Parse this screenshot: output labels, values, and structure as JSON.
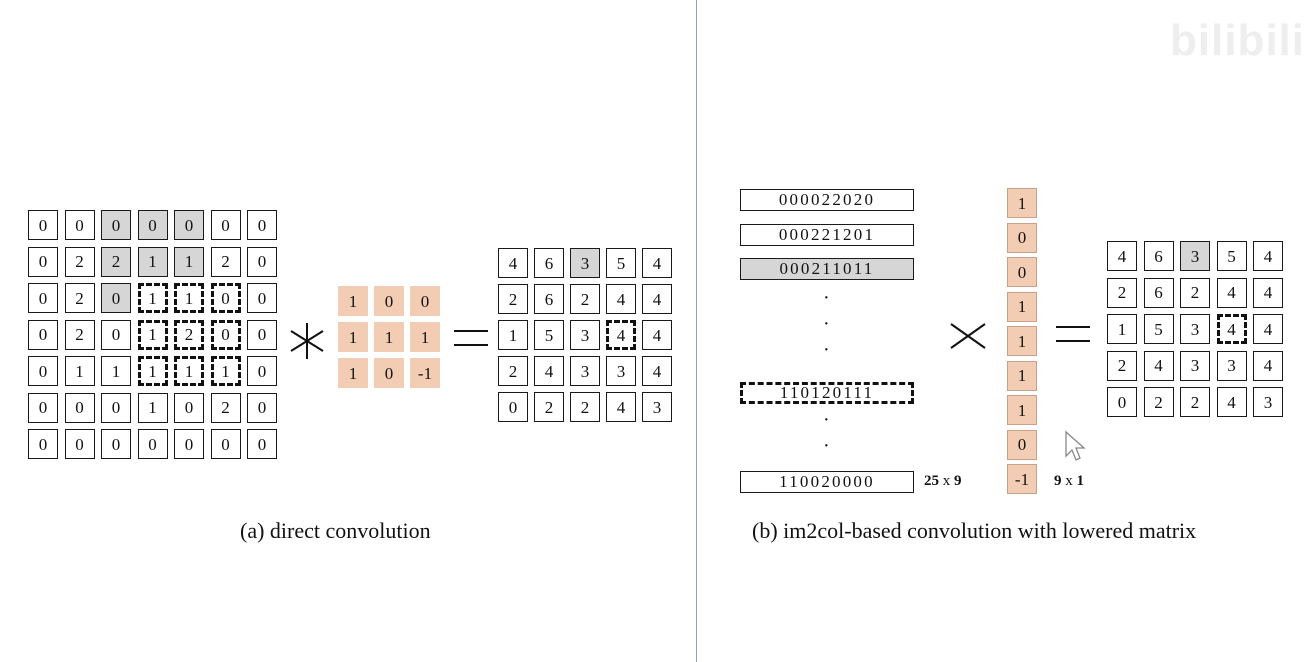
{
  "panel_a": {
    "input_matrix": [
      [
        0,
        0,
        0,
        0,
        0,
        0,
        0
      ],
      [
        0,
        2,
        2,
        1,
        1,
        2,
        0
      ],
      [
        0,
        2,
        0,
        1,
        1,
        0,
        0
      ],
      [
        0,
        2,
        0,
        1,
        2,
        0,
        0
      ],
      [
        0,
        1,
        1,
        1,
        1,
        1,
        0
      ],
      [
        0,
        0,
        0,
        1,
        0,
        2,
        0
      ],
      [
        0,
        0,
        0,
        0,
        0,
        0,
        0
      ]
    ],
    "input_shaded": [
      [
        0,
        2
      ],
      [
        0,
        3
      ],
      [
        0,
        4
      ],
      [
        1,
        2
      ],
      [
        1,
        3
      ],
      [
        1,
        4
      ],
      [
        2,
        2
      ]
    ],
    "input_dashed": [
      [
        2,
        3
      ],
      [
        2,
        4
      ],
      [
        2,
        5
      ],
      [
        3,
        3
      ],
      [
        3,
        4
      ],
      [
        3,
        5
      ],
      [
        4,
        3
      ],
      [
        4,
        4
      ],
      [
        4,
        5
      ]
    ],
    "kernel": [
      [
        1,
        0,
        0
      ],
      [
        1,
        1,
        1
      ],
      [
        1,
        0,
        -1
      ]
    ],
    "output_matrix": [
      [
        4,
        6,
        3,
        5,
        4
      ],
      [
        2,
        6,
        2,
        4,
        4
      ],
      [
        1,
        5,
        3,
        4,
        4
      ],
      [
        2,
        4,
        3,
        3,
        4
      ],
      [
        0,
        2,
        2,
        4,
        3
      ]
    ],
    "output_shaded": [
      [
        0,
        2
      ]
    ],
    "output_dashed": [
      [
        2,
        3
      ]
    ],
    "caption": "(a)  direct convolution"
  },
  "panel_b": {
    "lowered_rows": [
      {
        "text": "000022020",
        "style": "plain"
      },
      {
        "text": "000221201",
        "style": "plain"
      },
      {
        "text": "000211011",
        "style": "shaded"
      },
      {
        "text": "110120111",
        "style": "dashed"
      },
      {
        "text": "110020000",
        "style": "plain"
      }
    ],
    "lowered_dim": {
      "bold": "25",
      "x": "x",
      "bold2": "9"
    },
    "kernel_vector": [
      1,
      0,
      0,
      1,
      1,
      1,
      1,
      0,
      -1
    ],
    "kernel_dim": {
      "bold": "9",
      "x": "x",
      "bold2": "1"
    },
    "output_matrix": [
      [
        4,
        6,
        3,
        5,
        4
      ],
      [
        2,
        6,
        2,
        4,
        4
      ],
      [
        1,
        5,
        3,
        4,
        4
      ],
      [
        2,
        4,
        3,
        3,
        4
      ],
      [
        0,
        2,
        2,
        4,
        3
      ]
    ],
    "output_shaded": [
      [
        0,
        2
      ]
    ],
    "output_dashed": [
      [
        2,
        3
      ]
    ],
    "caption": "(b)  im2col-based convolution with lowered matrix"
  },
  "watermark": "bilibili",
  "icons": {
    "convolve": "asterisk-operator-icon",
    "multiply": "times-operator-icon",
    "equals": "equals-operator-icon",
    "cursor": "mouse-pointer-icon"
  },
  "colors": {
    "kernel_fill": "#f3ccb4",
    "shaded_fill": "#d6d6d6",
    "divider": "#8fa3b3"
  }
}
